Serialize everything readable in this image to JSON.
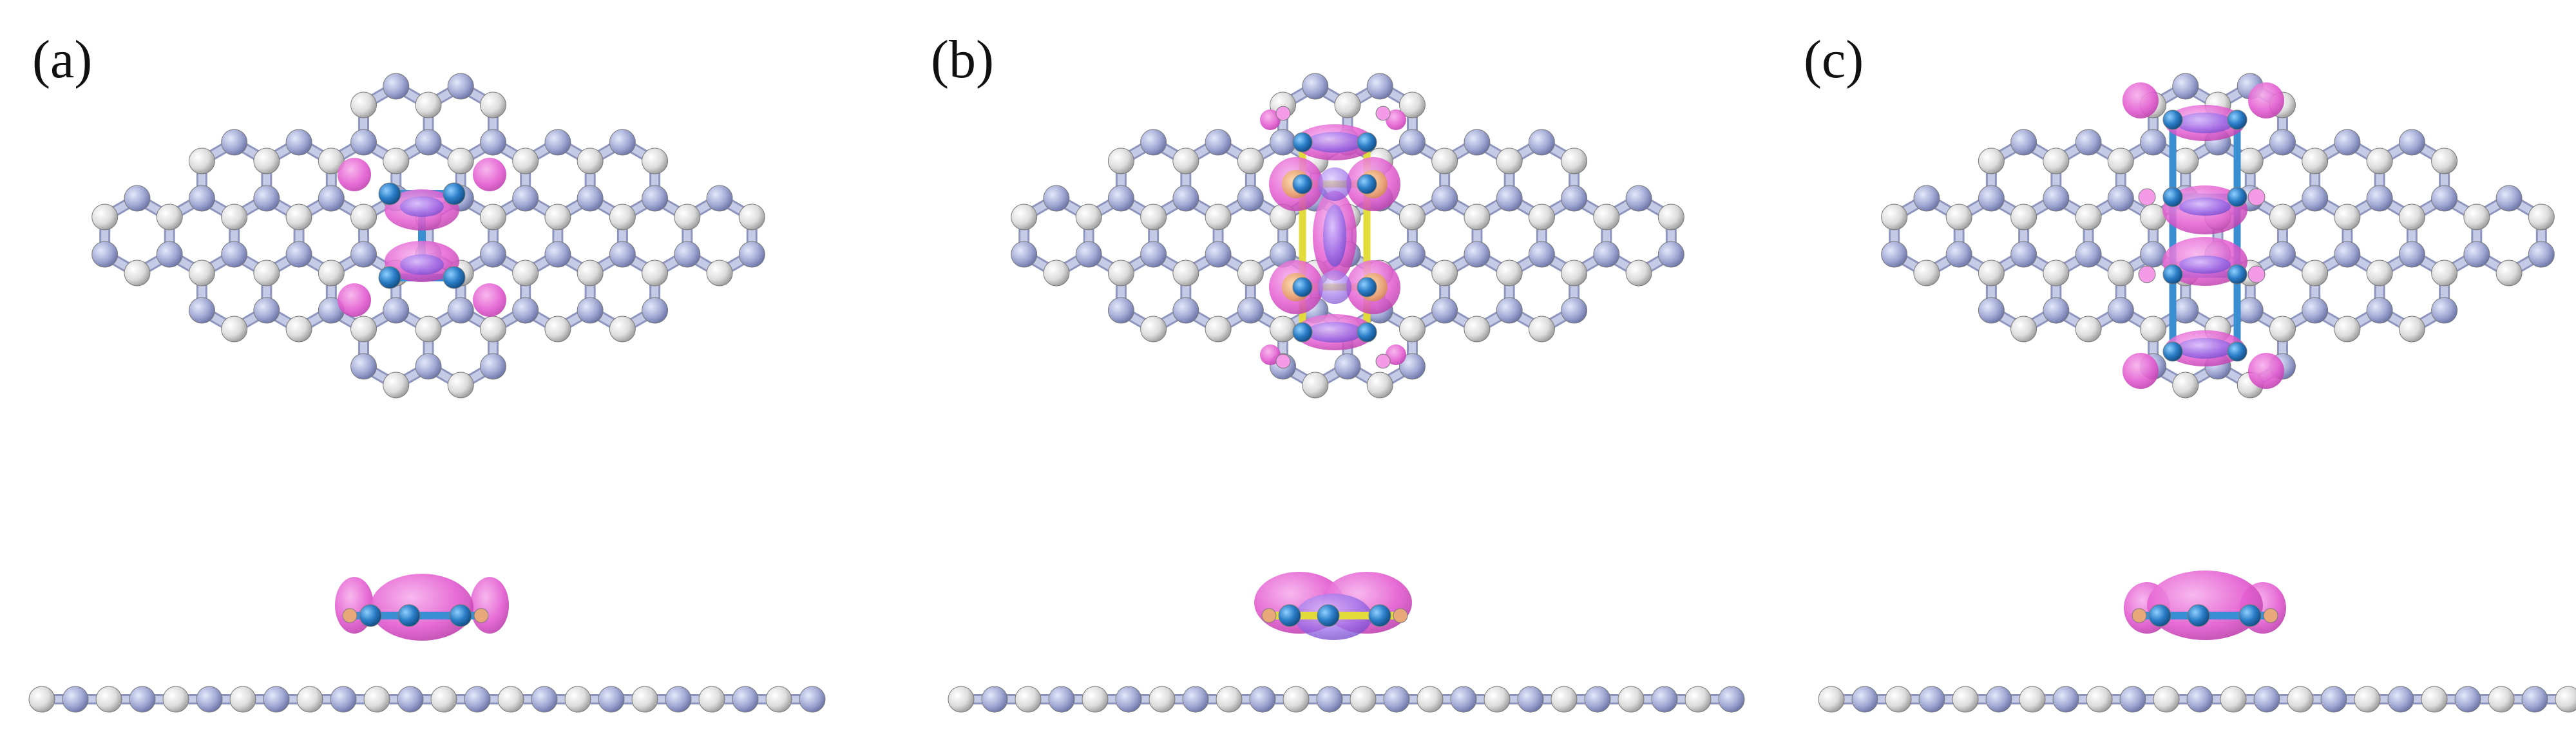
{
  "panels": [
    {
      "label": "(a)",
      "molecule": "two-ring"
    },
    {
      "label": "(b)",
      "molecule": "three-ring-yellow-bonds"
    },
    {
      "label": "(c)",
      "molecule": "three-ring-blue-bonds"
    }
  ],
  "colors": {
    "background": "#ffffff",
    "substrate_atom_white": "#e2e2e2",
    "substrate_atom_blue": "#a4acd6",
    "substrate_bond": "#c5cbe6",
    "molecule_atom": "#2f7ec6",
    "molecule_bond_blue": "#3a8fd2",
    "molecule_bond_yellow": "#e2dc3a",
    "isosurface_magenta": "#e65ad2",
    "isosurface_violet": "#9a72e8",
    "isosurface_orange": "#e8a87a"
  }
}
